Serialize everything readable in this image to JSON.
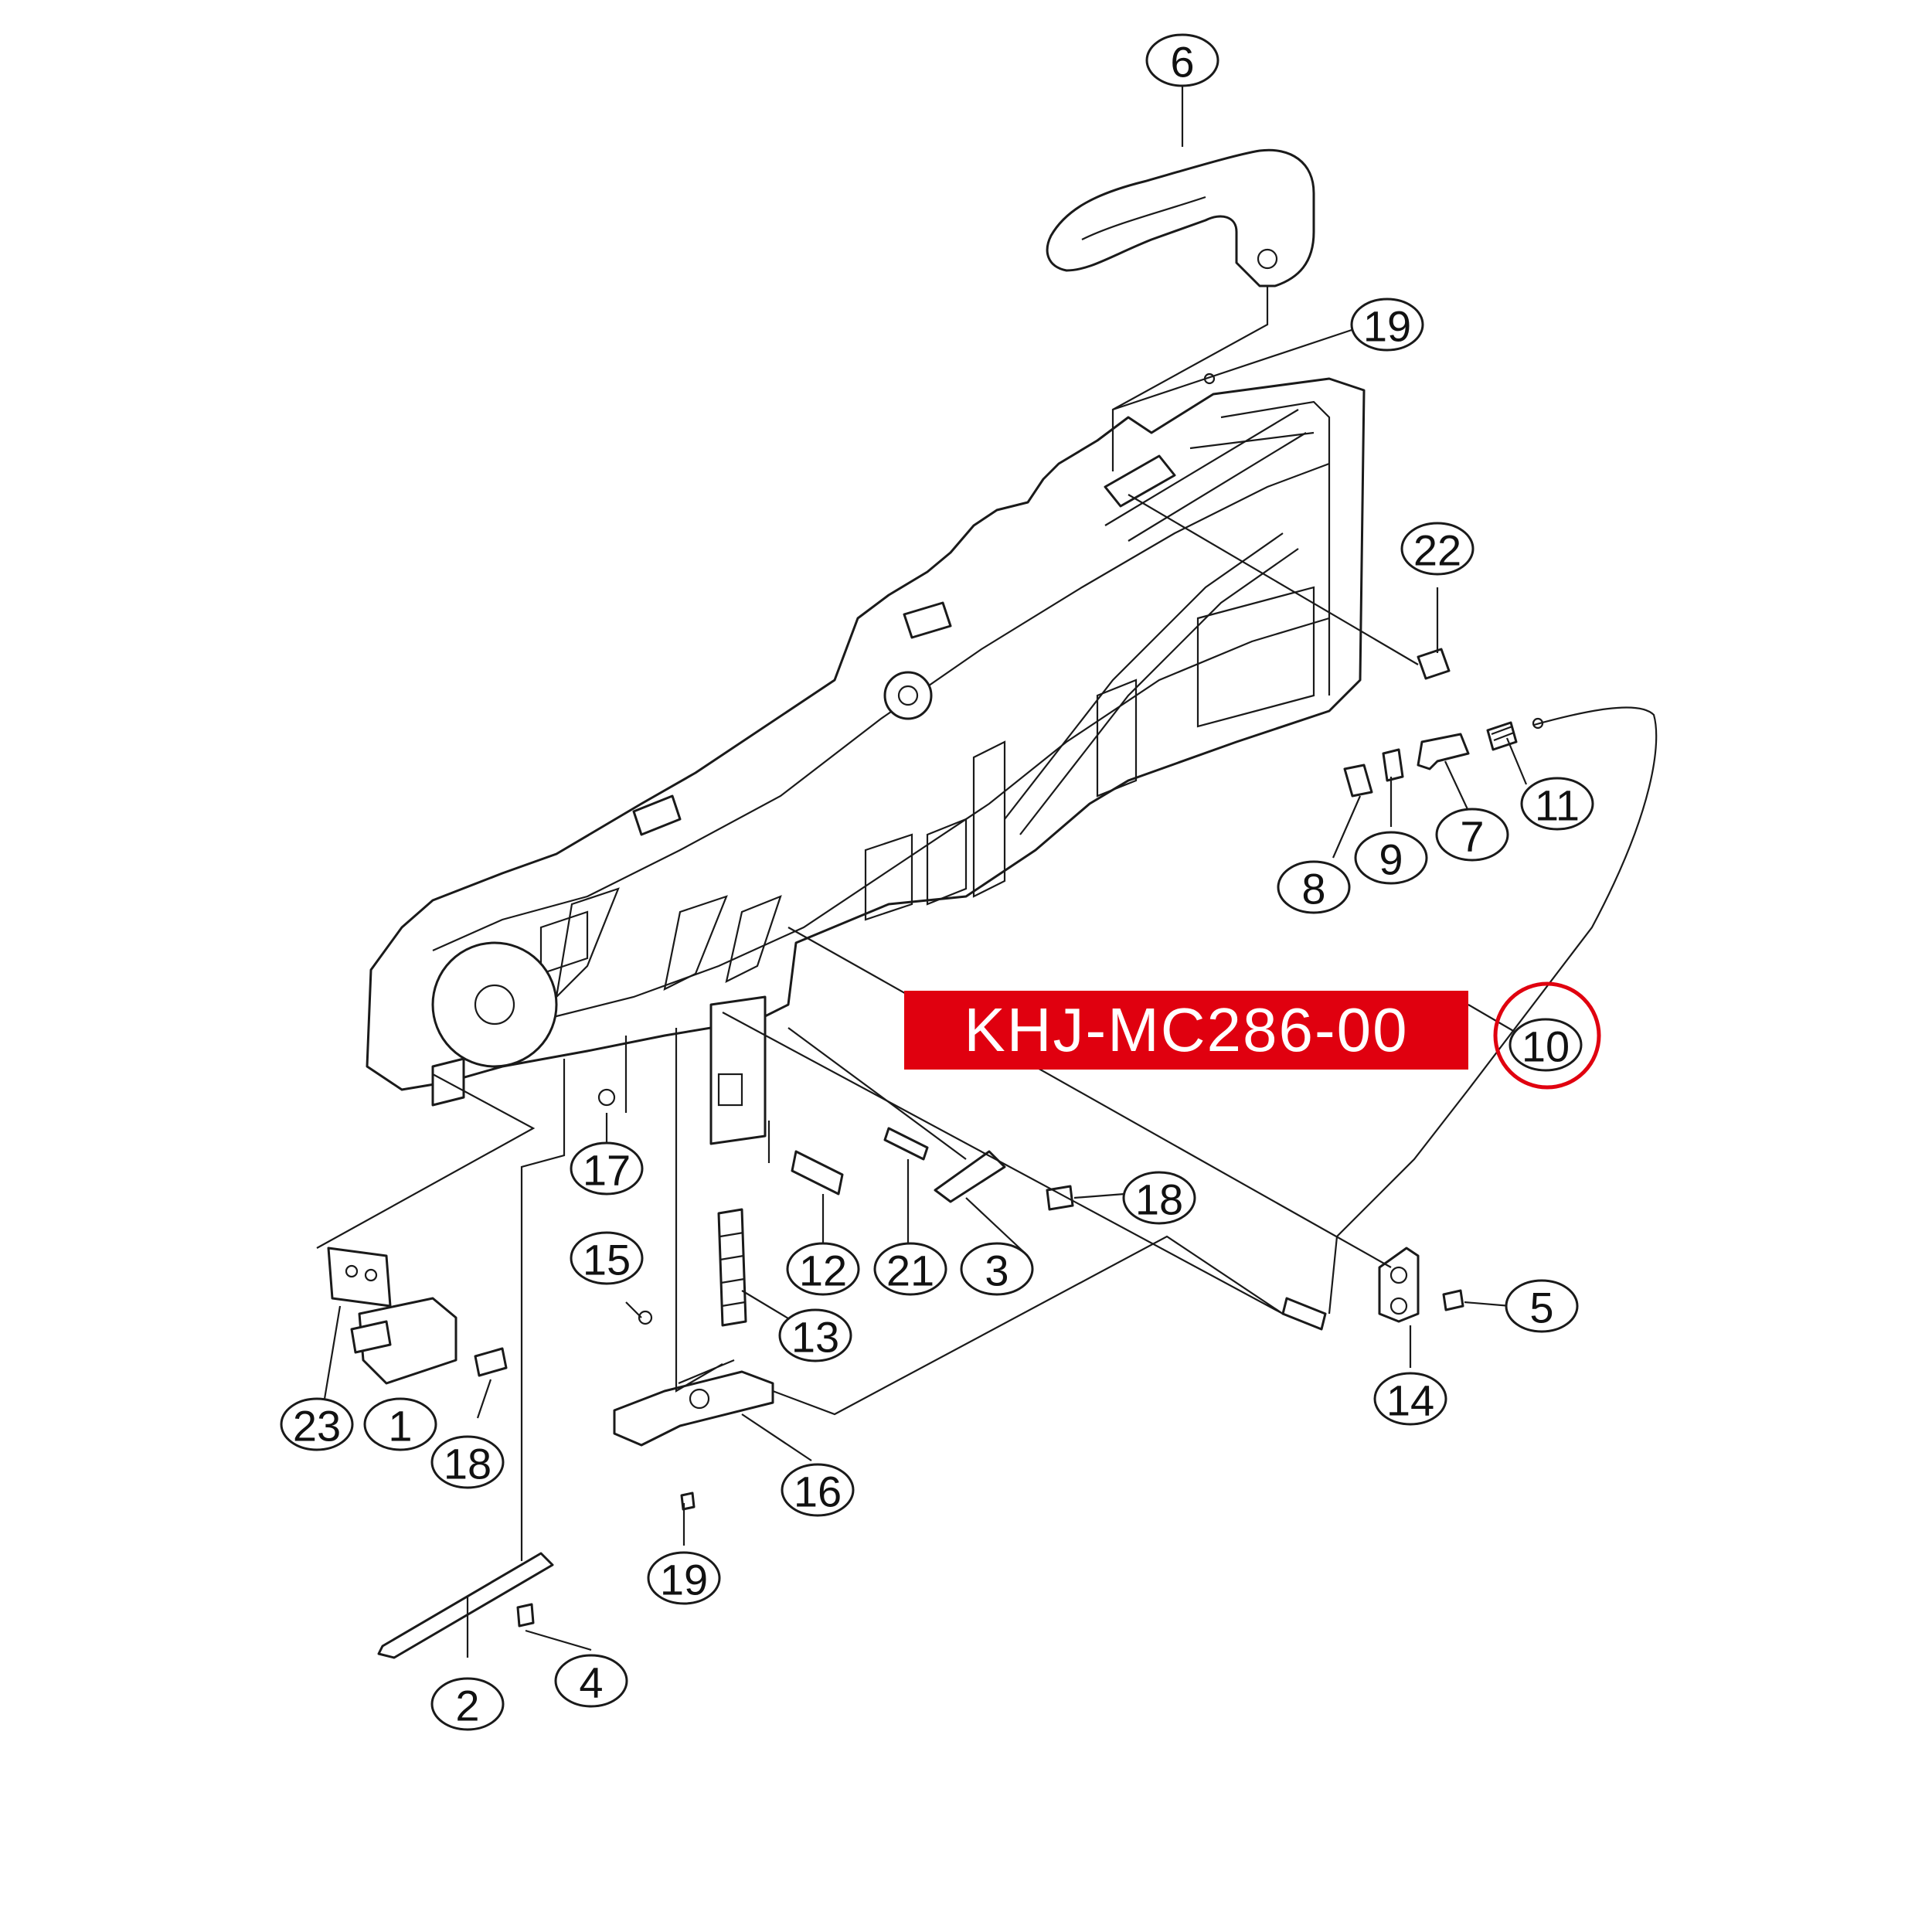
{
  "part_number_label": "KHJ-MC286-00",
  "highlight_color": "#e0000f",
  "highlighted_callout": "10",
  "callouts": {
    "c1": "1",
    "c2": "2",
    "c3": "3",
    "c4": "4",
    "c5": "5",
    "c6": "6",
    "c7": "7",
    "c8": "8",
    "c9": "9",
    "c10": "10",
    "c11": "11",
    "c12": "12",
    "c13": "13",
    "c14": "14",
    "c15": "15",
    "c16": "16",
    "c17": "17",
    "c18a": "18",
    "c18b": "18",
    "c19a": "19",
    "c19b": "19",
    "c21": "21",
    "c22": "22",
    "c23": "23"
  }
}
